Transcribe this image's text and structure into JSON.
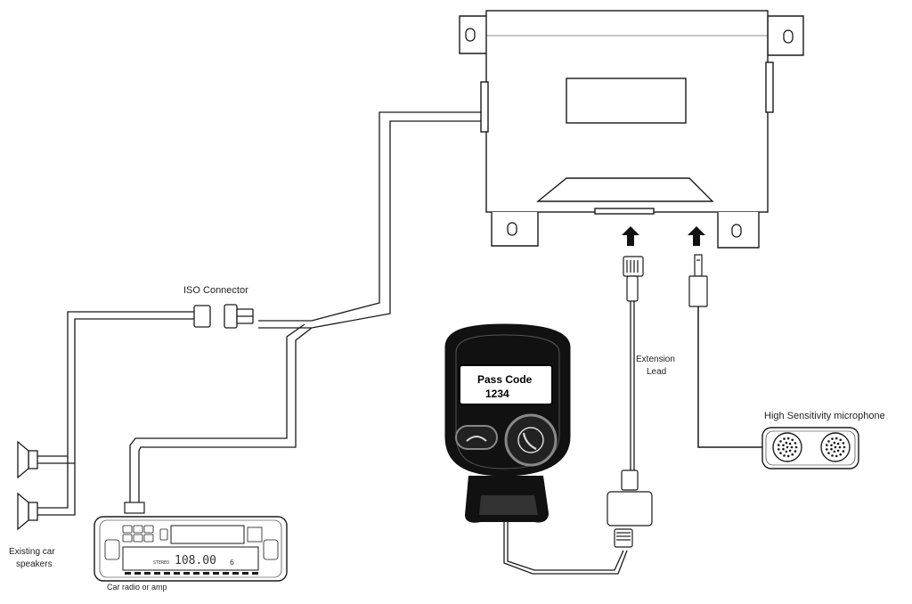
{
  "labels": {
    "iso_connector": "ISO Connector",
    "extension_lead_line1": "Extension",
    "extension_lead_line2": "Lead",
    "microphone": "High Sensitivity microphone",
    "speakers_line1": "Existing car",
    "speakers_line2": "speakers",
    "radio": "Car radio or amp"
  },
  "handset": {
    "screen_line1": "Pass Code",
    "screen_line2": "1234"
  },
  "radio_display": {
    "frequency": "108.00",
    "channel": "6",
    "mode": "STEREO"
  },
  "colors": {
    "line": "#1a1a1a",
    "cable_fill": "#d9d9d9",
    "handset_body": "#111111",
    "background": "#ffffff"
  }
}
